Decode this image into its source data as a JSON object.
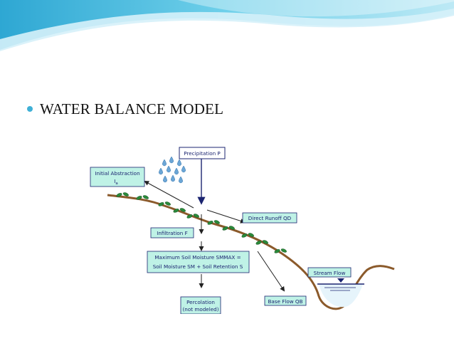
{
  "slide": {
    "bullet_text": "WATER BALANCE MODEL"
  },
  "diagram": {
    "precipitation": "Precipitation P",
    "initial_abstraction_line1": "Initial Abstraction",
    "initial_abstraction_line2": "I",
    "initial_abstraction_sub": "a",
    "direct_runoff": "Direct Runoff QD",
    "infiltration": "Infiltration F",
    "soil_moisture_line1": "Maximum Soil Moisture SMMAX =",
    "soil_moisture_line2": "Soil Moisture SM + Soil Retention S",
    "stream_flow": "Stream Flow",
    "base_flow": "Base Flow QB",
    "percolation_line1": "Percolation",
    "percolation_line2": "(not modeled)"
  },
  "colors": {
    "accent": "#3fb0d6",
    "box_fill": "#bff2e6",
    "text_blue": "#1b2470",
    "ground": "#8b5a2b",
    "water_drop": "#6ba6d6"
  }
}
